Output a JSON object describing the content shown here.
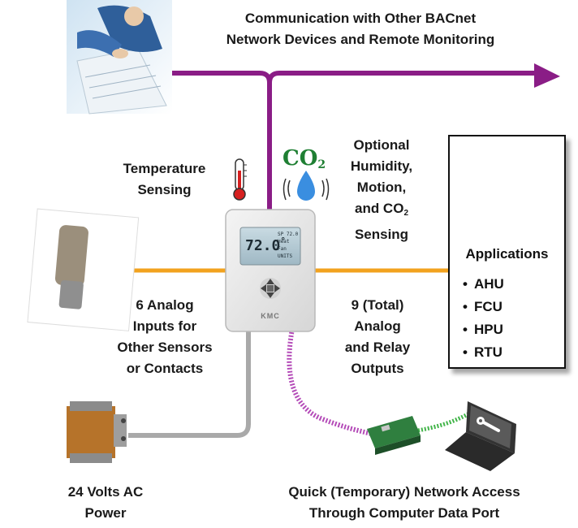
{
  "labels": {
    "communication": [
      "Communication with Other BACnet",
      "Network Devices and Remote Monitoring"
    ],
    "temperature": [
      "Temperature",
      "Sensing"
    ],
    "optional": [
      "Optional",
      "Humidity,",
      "Motion,"
    ],
    "optional_co2_prefix": "and CO",
    "optional_co2_sub": "2",
    "optional_last": "Sensing",
    "analog_inputs": [
      "6 Analog",
      "Inputs for",
      "Other Sensors",
      "or Contacts"
    ],
    "outputs": [
      "9 (Total)",
      "Analog",
      "and Relay",
      "Outputs"
    ],
    "power": [
      "24 Volts AC",
      "Power"
    ],
    "network_access": [
      "Quick (Temporary) Network Access",
      "Through Computer Data Port"
    ]
  },
  "co2_icon": {
    "text": "CO",
    "sub": "2"
  },
  "applications": {
    "title": "Applications",
    "items": [
      "AHU",
      "FCU",
      "HPU",
      "RTU"
    ]
  },
  "thermostat": {
    "temperature": "72.0",
    "unit": "°",
    "brand": "KMC",
    "screen_lines": [
      "SP 72.0",
      "Heat",
      "Fan",
      "UNITS"
    ]
  },
  "colors": {
    "bacnet_line": "#8a1d86",
    "sensor_line": "#f2a21e",
    "power_line": "#a9a9a9",
    "cable": "#b44bb8",
    "green_cable": "#43b54a",
    "co2_text": "#1f7f33",
    "drop": "#3a8ee0"
  }
}
